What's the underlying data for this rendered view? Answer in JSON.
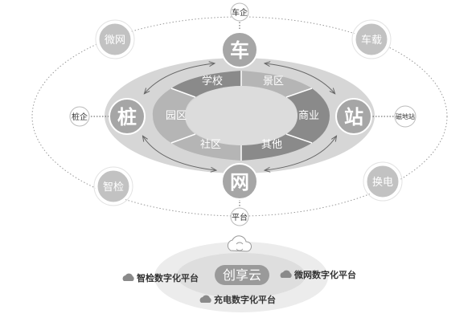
{
  "core": {
    "car": "车",
    "station": "站",
    "network": "网",
    "pile": "桩"
  },
  "ring_segments": {
    "school": "学校",
    "scenic": "景区",
    "park": "园区",
    "commerce": "商业",
    "community": "社区",
    "other": "其他"
  },
  "satellites": {
    "micro_grid": "微网",
    "vehicle_mounted": "车载",
    "smart_inspection": "智检",
    "battery_swap": "换电"
  },
  "tags": {
    "car_enterprise": "车企",
    "pile_enterprise": "桩企",
    "magnetic_station": "磁地站",
    "platform": "平台"
  },
  "cloud": {
    "name": "创享云",
    "platforms": {
      "inspection": "智检数字化平台",
      "micro_grid": "微网数字化平台",
      "charging": "充电数字化平台"
    }
  },
  "colors": {
    "outer_ellipse": "#d3d3d3",
    "ring_dark": "#8c8c8c",
    "ring_light": "#b9b9b9",
    "center": "#dcdcdc",
    "core_circle": "#a8a8a8",
    "satellite": "#c4c4c4"
  }
}
